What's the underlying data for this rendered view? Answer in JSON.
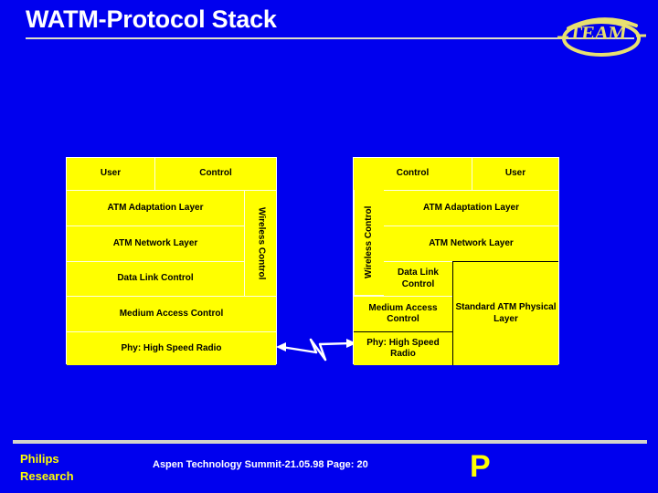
{
  "slide": {
    "title": "WATM-Protocol Stack",
    "background_color": "#0000EE",
    "block_color": "#FFFF00",
    "accent_color": "#FFFF00",
    "title_color": "#FFFFFF"
  },
  "logo": {
    "team_text": "TEAM",
    "team_color": "#E8E070"
  },
  "left_stack": {
    "top_row": [
      {
        "label": "User"
      },
      {
        "label": "Control"
      }
    ],
    "layers": [
      {
        "label": "ATM Adaptation Layer"
      },
      {
        "label": "ATM Network Layer"
      },
      {
        "label": "Data Link Control"
      },
      {
        "label": "Medium Access Control"
      },
      {
        "label": "Phy: High Speed Radio"
      }
    ],
    "side_column": {
      "label": "Wireless Control"
    }
  },
  "right_stack": {
    "top_row": [
      {
        "label": "Control"
      },
      {
        "label": "User"
      }
    ],
    "side_column": {
      "label": "Wireless Control"
    },
    "layers": [
      {
        "label": "ATM Adaptation Layer"
      },
      {
        "label": "ATM Network Layer"
      },
      {
        "label": "Data Link Control"
      },
      {
        "label": "Medium Access Control"
      },
      {
        "label": "Phy: High Speed Radio"
      }
    ],
    "physical_column": {
      "label": "Standard ATM Physical Layer"
    }
  },
  "link": {
    "icon": "double-headed-zigzag-arrow",
    "color": "#FFFFFF"
  },
  "footer": {
    "org_line1": "Philips",
    "org_line2": "Research",
    "center_text": "Aspen Technology Summit-21.05.98 Page: 20",
    "page_logo": "P"
  }
}
